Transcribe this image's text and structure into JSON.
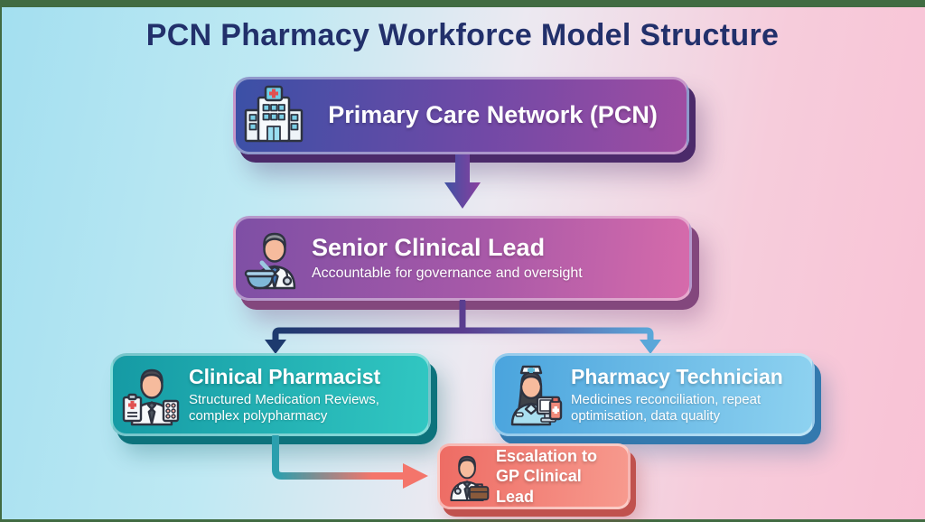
{
  "title": "PCN Pharmacy Workforce Model Structure",
  "nodes": {
    "pcn": {
      "title": "Primary Care Network (PCN)",
      "icon": "hospital-icon"
    },
    "senior_clinical_lead": {
      "title": "Senior Clinical Lead",
      "subtitle": "Accountable for governance and oversight",
      "icon": "pharmacist-mortar-icon"
    },
    "clinical_pharmacist": {
      "title": "Clinical Pharmacist",
      "subtitle": "Structured Medication Reviews, complex polypharmacy",
      "icon": "clinical-pharmacist-icon"
    },
    "pharmacy_technician": {
      "title": "Pharmacy Technician",
      "subtitle": "Medicines reconciliation, repeat optimisation, data quality",
      "icon": "pharmacy-technician-icon"
    },
    "escalation": {
      "title": "Escalation to GP Clinical Lead",
      "icon": "gp-doctor-icon"
    }
  },
  "colors": {
    "background_left": "#a3dff0",
    "background_right": "#f9c2d5",
    "frame_green": "#416b42",
    "title_text": "#22306b",
    "pcn_gradient": [
      "#3b50a6",
      "#a04da2"
    ],
    "senior_clinical_lead_gradient": [
      "#7e4fa5",
      "#d66bab"
    ],
    "clinical_pharmacist_gradient": [
      "#159aa4",
      "#31c7c2"
    ],
    "pharmacy_technician_gradient": [
      "#4aa4dd",
      "#8ed2f0"
    ],
    "escalation_gradient": [
      "#ee6c64",
      "#f79a8e"
    ],
    "arrow_pcn": [
      "#3f51a3",
      "#8a3f9e"
    ],
    "branch_connector": [
      "#1d3a6e",
      "#5a3d8f",
      "#5aa7d9"
    ],
    "escalation_connector": [
      "#2a9fae",
      "#f4756b"
    ]
  }
}
